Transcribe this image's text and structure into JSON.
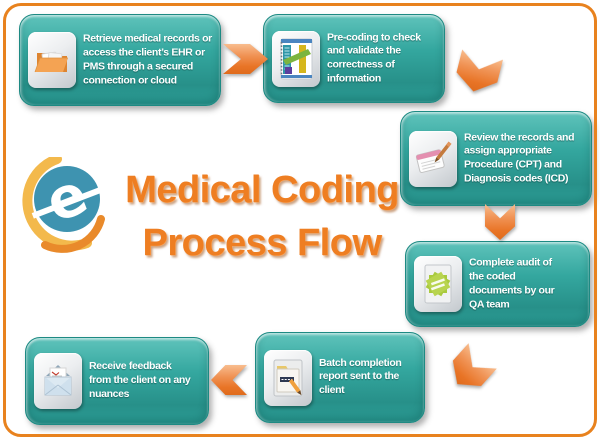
{
  "title": {
    "line1": "Medical Coding",
    "line2": "Process Flow",
    "color": "#EE7E22"
  },
  "logo": {
    "letter": "e",
    "circle_color": "#3E93B0",
    "crescent_yellow": "#F3B94C",
    "crescent_orange": "#E98A2B"
  },
  "steps": [
    {
      "text": "Retrieve medical records or\naccess the client’s EHR or\nPMS through a secured\nconnection or cloud",
      "icon": "folder-icon"
    },
    {
      "text": "Pre-coding to check\nand validate the\ncorrectness of\ninformation",
      "icon": "coding-book-icon"
    },
    {
      "text": "Review the records and\nassign appropriate\nProcedure (CPT) and\nDiagnosis codes (ICD)",
      "icon": "notepad-pen-icon"
    },
    {
      "text": "Complete audit of\nthe coded\ndocuments by our\nQA team",
      "icon": "qa-badge-icon"
    },
    {
      "text": "Batch completion\nreport sent to the\nclient",
      "icon": "report-folder-icon"
    },
    {
      "text": "Receive feedback\nfrom the client on any\nnuances",
      "icon": "envelope-icon"
    }
  ],
  "arrows": [
    {
      "direction": "right"
    },
    {
      "direction": "down-right"
    },
    {
      "direction": "down"
    },
    {
      "direction": "down-left"
    },
    {
      "direction": "left"
    }
  ],
  "colors": {
    "box_teal": "#2EA19A",
    "arrow_orange": "#E87426",
    "border_orange": "#E8821E",
    "text_white": "#FFFFFF"
  }
}
